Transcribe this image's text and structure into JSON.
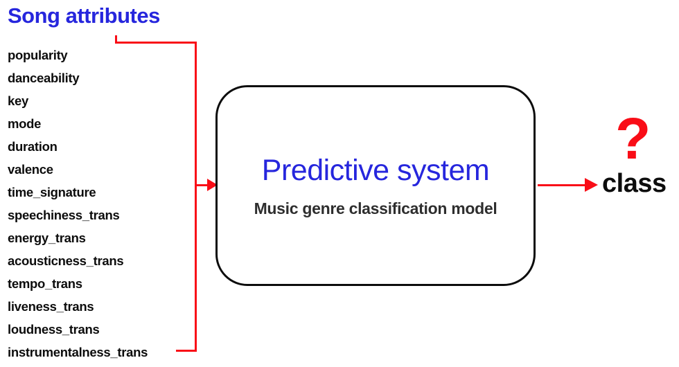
{
  "header": {
    "title": "Song attributes"
  },
  "attributes": [
    "popularity",
    "danceability",
    "key",
    "mode",
    "duration",
    "valence",
    "time_signature",
    "speechiness_trans",
    "energy_trans",
    "acousticness_trans",
    "tempo_trans",
    "liveness_trans",
    "loudness_trans",
    "instrumentalness_trans"
  ],
  "system_box": {
    "title": "Predictive system",
    "subtitle": "Music genre classification model"
  },
  "output": {
    "question_mark": "?",
    "label": "class"
  },
  "colors": {
    "title_blue": "#2626dd",
    "arrow_red": "#f90d17",
    "attribute_black": "#0d0d0d",
    "subtitle_gray": "#2e2e2e",
    "box_border": "#0c0c0c"
  }
}
